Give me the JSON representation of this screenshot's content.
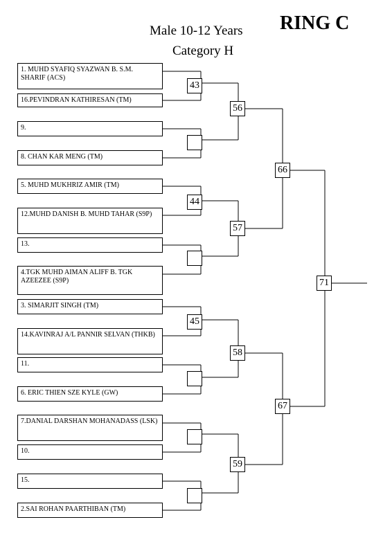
{
  "header": {
    "title_line1": "Male 10-12 Years",
    "title_line2": "Category H",
    "ring": "RING C"
  },
  "entries": [
    "1. MUHD SYAFIQ SYAZWAN B. S.M. SHARIF (ACS)",
    "16.PEVINDRAN KATHIRESAN (TM)",
    "9.",
    "8. CHAN KAR MENG (TM)",
    "5. MUHD MUKHRIZ AMIR (TM)",
    "12.MUHD DANISH B. MUHD TAHAR (S9P)",
    "13.",
    "4.TGK MUHD AIMAN  ALIFF B. TGK AZEEZEE (S9P)",
    "3. SIMARJIT SINGH (TM)",
    "14.KAVINRAJ A/L PANNIR SELVAN (THKB)",
    "11.",
    "6. ERIC THIEN SZE KYLE (GW)",
    "7.DANIAL DARSHAN MOHANADASS (LSK)",
    "10.",
    "15.",
    "2.SAI ROHAN PAARTHIBAN (TM)"
  ],
  "round1": [
    "43",
    "",
    "44",
    "",
    "45",
    "",
    "",
    ""
  ],
  "round2": [
    "56",
    "57",
    "58",
    "59"
  ],
  "round3": [
    "66",
    "67"
  ],
  "final": "71"
}
